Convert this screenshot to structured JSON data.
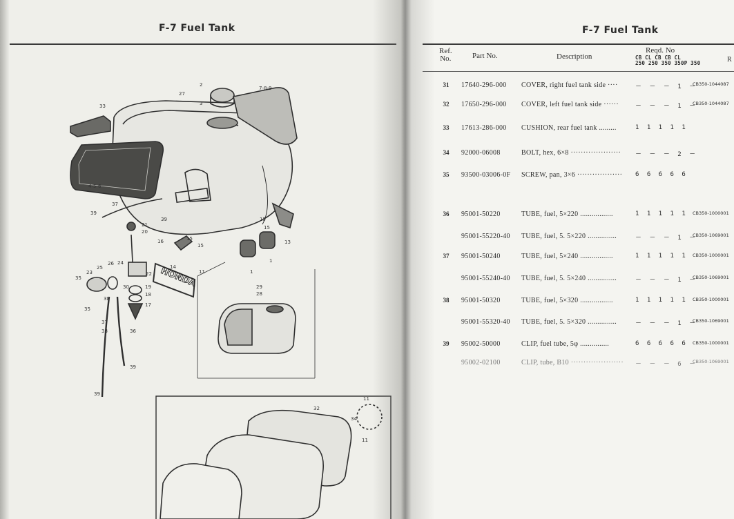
{
  "left_page": {
    "header": "F-7   Fuel Tank",
    "callouts": [
      "2",
      "3",
      "27",
      "7-8-9",
      "33",
      "4-5-6",
      "37",
      "39",
      "39",
      "21",
      "20",
      "16",
      "15",
      "15",
      "14",
      "11",
      "15",
      "13",
      "1",
      "25",
      "24",
      "26",
      "23",
      "35",
      "22",
      "30",
      "19",
      "18",
      "38",
      "17",
      "35",
      "31",
      "29",
      "28",
      "37",
      "38",
      "36",
      "39",
      "39",
      "32",
      "11",
      "34"
    ],
    "emblem_text": "HONDA"
  },
  "right_page": {
    "header": "F-7   Fuel Tank",
    "columns": {
      "ref": "Ref.\nNo.",
      "part": "Part No.",
      "desc": "Description",
      "reqd": "Reqd. No",
      "models_top": "CB CL CB CB CL",
      "models_bottom": "250 250 350 350P 350",
      "remarks": "R"
    },
    "rows": [
      {
        "ref": "31",
        "part": "17640-296-000",
        "desc": "COVER, right fuel tank side ····",
        "qty": "－ － － 1 －",
        "rem": "CB350-1044087",
        "faint": false
      },
      {
        "ref": "32",
        "part": "17650-296-000",
        "desc": "COVER, left fuel tank side ······",
        "qty": "－ － － 1 －",
        "rem": "CB350-1044087",
        "faint": false
      },
      {
        "ref": "33",
        "part": "17613-286-000",
        "desc": "CUSHION, rear fuel tank .........",
        "qty": "1 1 1 1 1",
        "rem": "",
        "faint": false
      },
      {
        "ref": "34",
        "part": "92000-06008",
        "desc": "BOLT, hex, 6×8 ····················",
        "qty": "－ － － 2 －",
        "rem": "",
        "faint": false
      },
      {
        "ref": "35",
        "part": "93500-03006-0F",
        "desc": "SCREW, pan, 3×6 ··················",
        "qty": "6 6 6 6 6",
        "rem": "",
        "faint": false
      },
      {
        "ref": "36",
        "part": "95001-50220",
        "desc": "TUBE, fuel, 5×220 .................",
        "qty": "1 1 1 1 1",
        "rem": "CB350-1000001",
        "faint": false
      },
      {
        "ref": "",
        "part": "95001-55220-40",
        "desc": "TUBE, fuel, 5. 5×220 ...............",
        "qty": "－ － － 1 －",
        "rem": "CB350-1069001",
        "faint": false
      },
      {
        "ref": "37",
        "part": "95001-50240",
        "desc": "TUBE, fuel, 5×240 .................",
        "qty": "1 1 1 1 1",
        "rem": "CB350-1000001",
        "faint": false
      },
      {
        "ref": "",
        "part": "95001-55240-40",
        "desc": "TUBE, fuel, 5. 5×240 ...............",
        "qty": "－ － － 1 －",
        "rem": "CB350-1069001",
        "faint": false
      },
      {
        "ref": "38",
        "part": "95001-50320",
        "desc": "TUBE, fuel, 5×320 .................",
        "qty": "1 1 1 1 1",
        "rem": "CB350-1000001",
        "faint": false
      },
      {
        "ref": "",
        "part": "95001-55320-40",
        "desc": "TUBE, fuel, 5. 5×320 ...............",
        "qty": "－ － － 1 －",
        "rem": "CB350-1069001",
        "faint": false
      },
      {
        "ref": "39",
        "part": "95002-50000",
        "desc": "CLIP, fuel tube, 5φ ...............",
        "qty": "6 6 6 6 6",
        "rem": "CB350-1000001",
        "faint": false
      },
      {
        "ref": "",
        "part": "95002-02100",
        "desc": "CLIP, tube, B10 ·····················",
        "qty": "－ － － 6 －",
        "rem": "CB350-1069001",
        "faint": true
      }
    ]
  }
}
